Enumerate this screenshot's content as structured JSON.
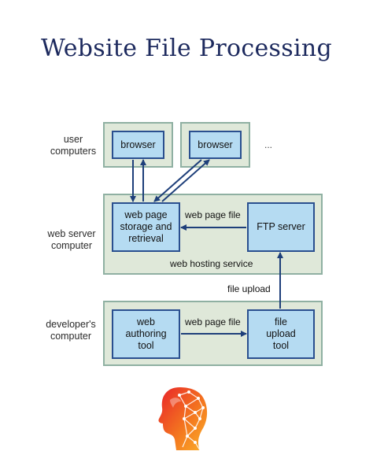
{
  "title": "Website File Processing",
  "layers": {
    "user": "user\ncomputers",
    "server": "web server\ncomputer",
    "developer": "developer's\ncomputer"
  },
  "nodes": {
    "browser_1": "browser",
    "browser_2": "browser",
    "storage": "web page\nstorage and\nretrieval",
    "ftp": "FTP server",
    "authoring": "web\nauthoring\ntool",
    "upload": "file\nupload\ntool"
  },
  "labels": {
    "ellipsis": "...",
    "server_file": "web page file",
    "hosting": "web hosting service",
    "file_upload": "file upload",
    "dev_file": "web page file"
  },
  "colors": {
    "title": "#1d2a5e",
    "tier_fill": "#dfe8d9",
    "tier_border": "#8fb0a2",
    "node_fill": "#b5dbf2",
    "node_border": "#2a4f8f",
    "arrow": "#1e3f7a"
  },
  "logo": {
    "icon": "head-network-logo-icon"
  }
}
